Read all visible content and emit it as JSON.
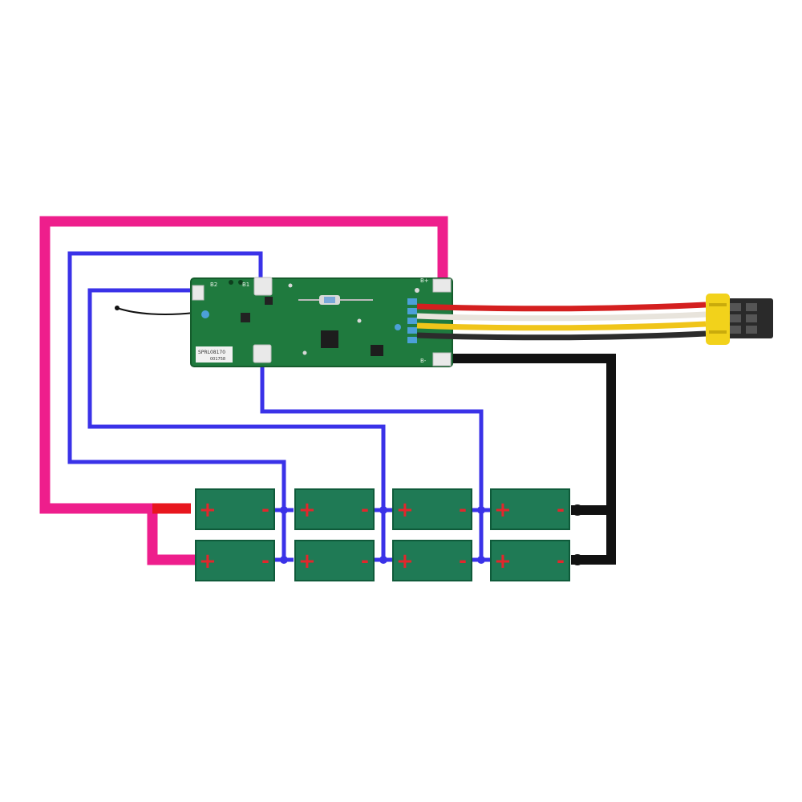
{
  "colors": {
    "background": "#ffffff",
    "pcb": "#1f7a3e",
    "pcb_dark": "#155c2c",
    "cell": "#1f7a55",
    "cell_edge": "#0f5a3a",
    "wire_pos_main": "#ee1e8c",
    "wire_pos_tip": "#e8161e",
    "wire_balance": "#3a32e8",
    "wire_neg": "#111111",
    "harness": [
      "#d41f1f",
      "#e8e4dc",
      "#f0c51a",
      "#2c2c2c"
    ],
    "connector_yellow": "#f2d21b",
    "connector_body": "#2a2a2a",
    "sign": "#e3262c"
  },
  "pcb": {
    "pad_labels": [
      "B2",
      "B1",
      "B+",
      "B-"
    ],
    "label_b2": "B2",
    "label_b1": "B1",
    "label_bplus": "B+",
    "label_bminus": "B-",
    "sticker_text": "SPRL08170",
    "sticker_sub": "001758"
  },
  "cells": {
    "rows": 2,
    "columns": 4,
    "pos_sign": "+",
    "neg_sign": "-"
  }
}
